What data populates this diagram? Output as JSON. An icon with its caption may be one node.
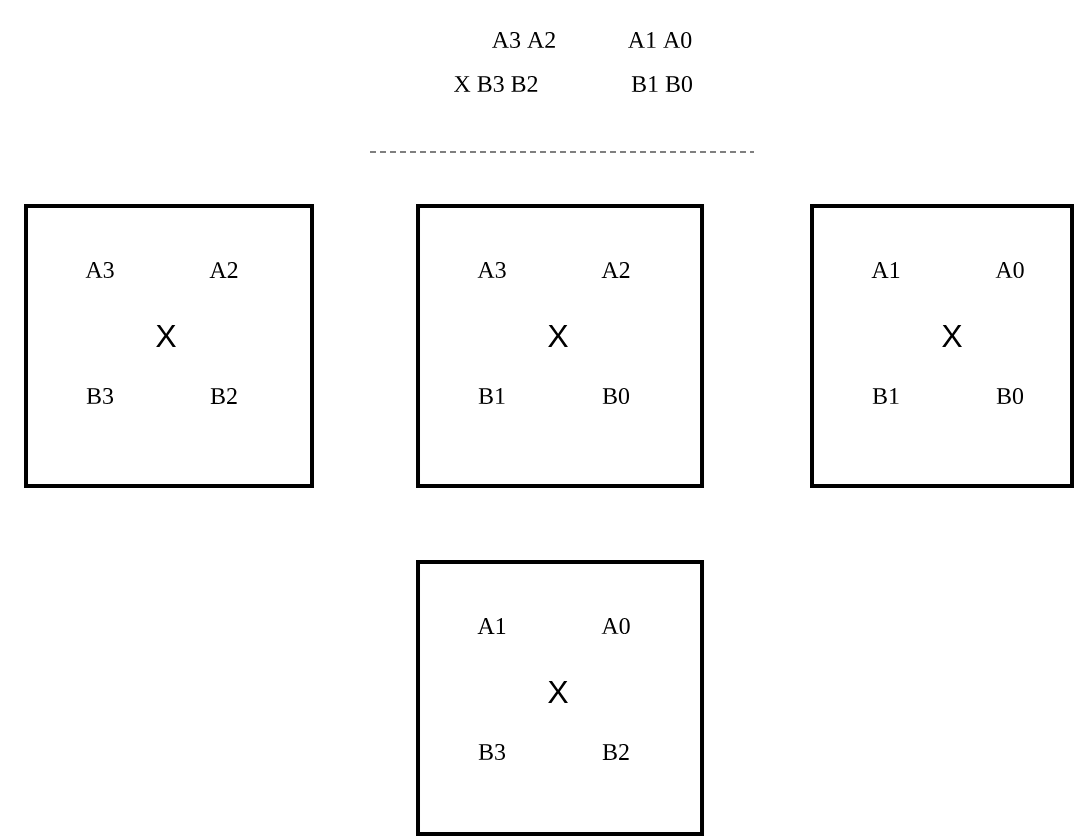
{
  "diagram": {
    "nodes": [
      {
        "text": [
          "A3",
          "A2",
          "X",
          "B3",
          "B2"
        ]
      },
      {
        "text": [
          "A3",
          "A2",
          "X",
          "B1",
          "B0"
        ]
      },
      {
        "text": [
          "A1",
          "A0",
          "X",
          "B1",
          "B0"
        ]
      },
      {
        "text": [
          "A1",
          "A0",
          "X",
          "B3",
          "B2"
        ]
      }
    ],
    "labels": [
      "A3 A2",
      "A1 A0",
      "X B3 B2",
      "B1 B0"
    ]
  }
}
